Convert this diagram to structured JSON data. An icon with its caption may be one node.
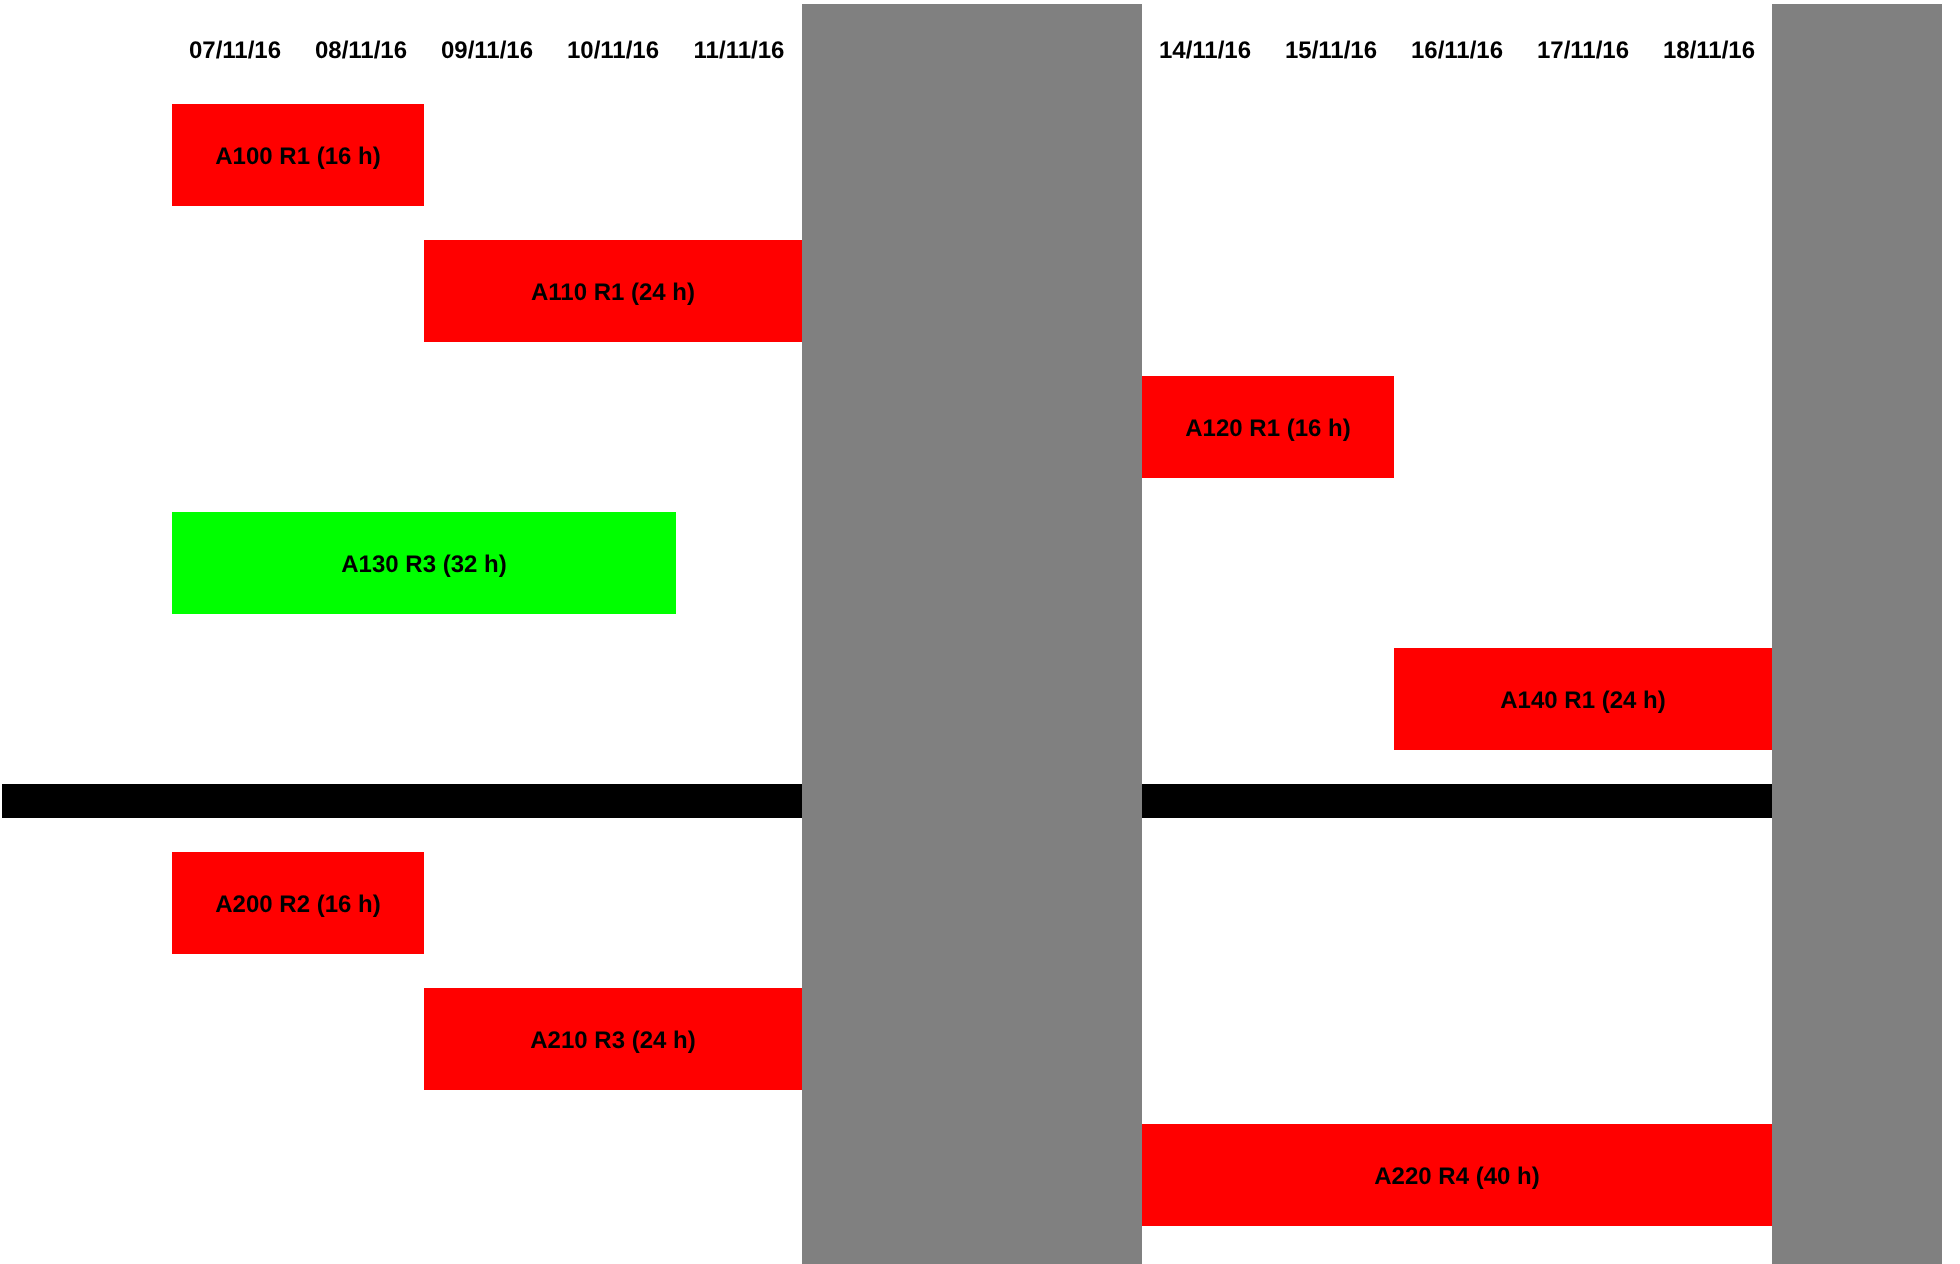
{
  "diagram": {
    "nodes": [
      {
        "text": [],
        "shape": "bar"
      },
      {
        "text": [],
        "shape": "bar"
      },
      {
        "text": [
          "A100 R1 (16 h)"
        ]
      },
      {
        "text": [
          "A110 R1 (24 h)"
        ]
      },
      {
        "text": [
          "A120 R1 (16 h)"
        ]
      },
      {
        "text": [
          "A130 R3 (32 h)"
        ]
      },
      {
        "text": [
          "A140 R1 (24 h)"
        ]
      },
      {
        "text": [],
        "shape": "bar"
      },
      {
        "text": [],
        "shape": "bar"
      },
      {
        "text": [
          "A200 R2 (16 h)"
        ]
      },
      {
        "text": [
          "A210 R3 (24 h)"
        ]
      },
      {
        "text": [
          "A220 R4 (40 h)"
        ]
      }
    ],
    "labels": [
      "07/11/16",
      "08/11/16",
      "09/11/16",
      "10/11/16",
      "11/11/16",
      "14/11/16",
      "15/11/16",
      "16/11/16",
      "17/11/16",
      "18/11/16"
    ]
  }
}
